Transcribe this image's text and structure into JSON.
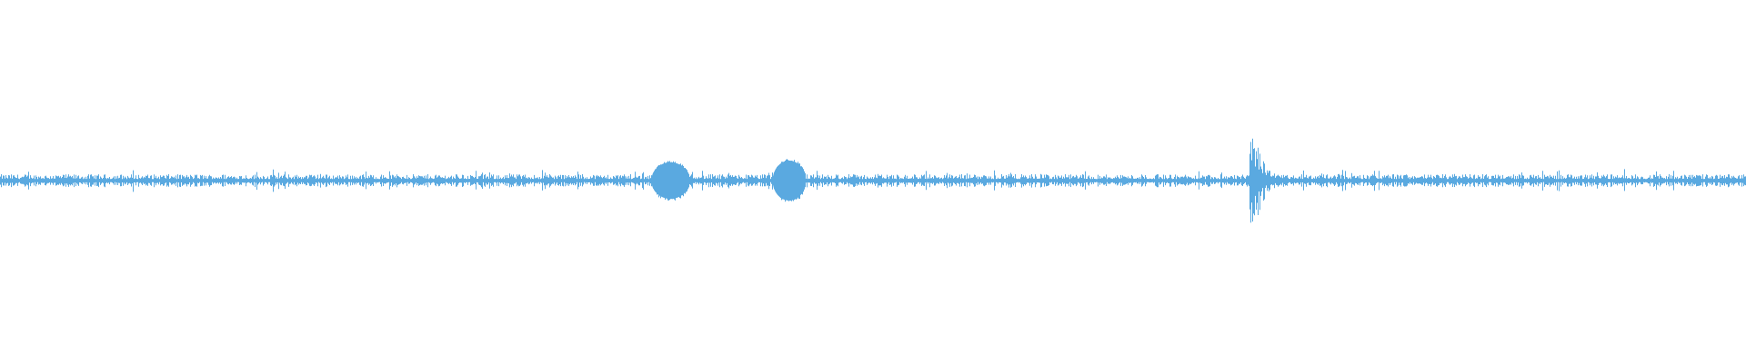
{
  "waveform": {
    "color": "#5aa9e0",
    "background": "#ffffff",
    "baseline_amplitude": 0.035,
    "events": [
      {
        "name": "burst-1",
        "position": 0.384,
        "width": 0.022,
        "amplitude": 0.11,
        "shape": "blob"
      },
      {
        "name": "burst-2",
        "position": 0.452,
        "width": 0.019,
        "amplitude": 0.12,
        "shape": "blob"
      },
      {
        "name": "transient-spike",
        "position": 0.7155,
        "width": 0.03,
        "amplitude": 0.38,
        "shape": "decay"
      }
    ]
  }
}
